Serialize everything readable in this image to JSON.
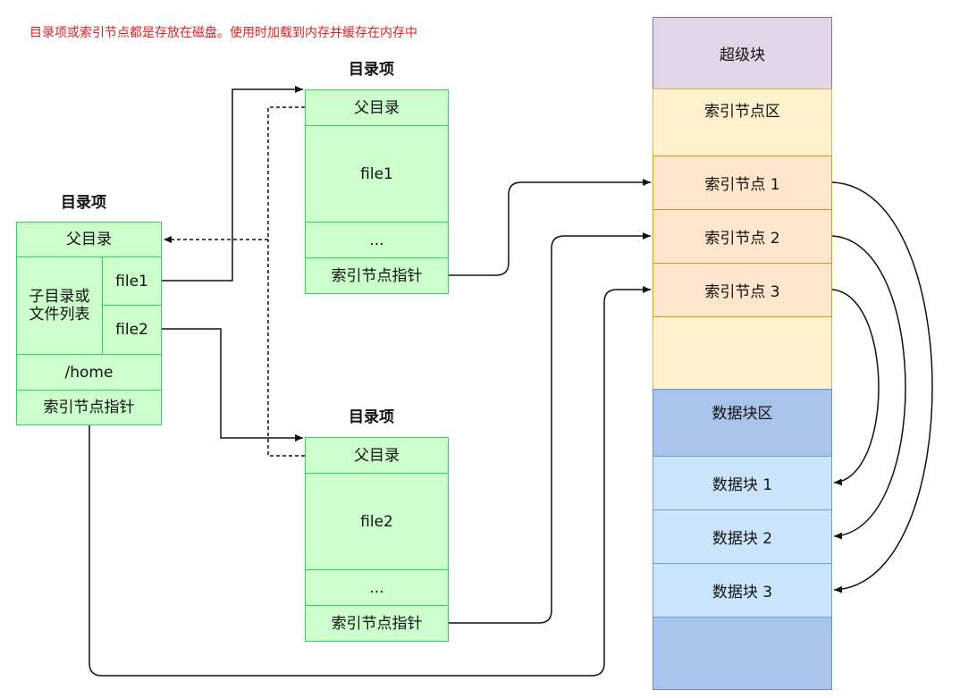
{
  "note": "目录项或索引节点都是存放在磁盘。使用时加载到内存并缓存在内存中",
  "root_dir": {
    "heading": "目录项",
    "parent": "父目录",
    "children_label": "子目录或\n文件列表",
    "file1": "file1",
    "file2": "file2",
    "name": "/home",
    "inode_ptr": "索引节点指针"
  },
  "dir_file1": {
    "heading": "目录项",
    "parent": "父目录",
    "name": "file1",
    "ellipsis": "...",
    "inode_ptr": "索引节点指针"
  },
  "dir_file2": {
    "heading": "目录项",
    "parent": "父目录",
    "name": "file2",
    "ellipsis": "...",
    "inode_ptr": "索引节点指针"
  },
  "disk": {
    "superblock": "超级块",
    "inode_area": "索引节点区",
    "inodes": [
      "索引节点 1",
      "索引节点 2",
      "索引节点 3"
    ],
    "data_area": "数据块区",
    "data_blocks": [
      "数据块 1",
      "数据块 2",
      "数据块 3"
    ]
  },
  "colors": {
    "green_fill": "#ccffcc",
    "green_border": "#33cc66",
    "superblock": "#e1d5e7",
    "inode_area": "#fff2cc",
    "inode_item": "#ffe6cc",
    "data_area": "#a9c4eb",
    "data_item": "#cce5ff",
    "note": "#e02020"
  }
}
